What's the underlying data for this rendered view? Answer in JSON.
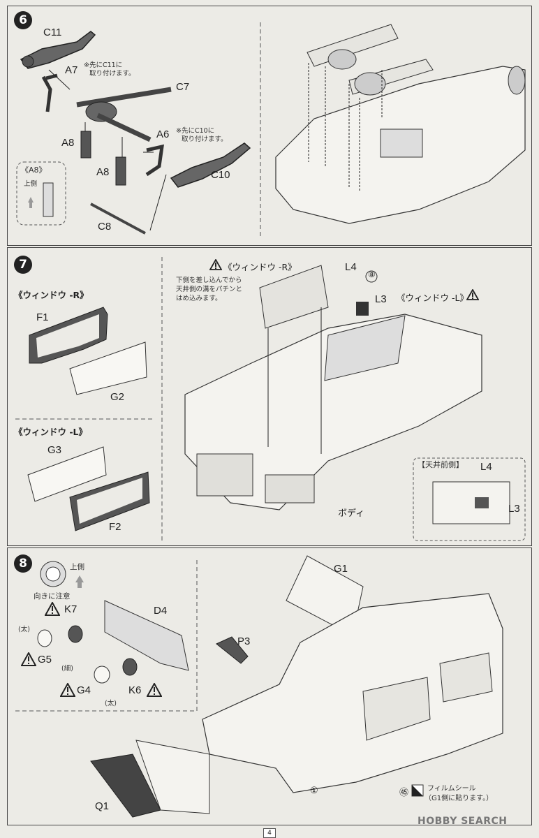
{
  "step6": {
    "num": "6",
    "labels": {
      "c11": "C11",
      "a7": "A7",
      "c7": "C7",
      "a8_top": "A8",
      "a8_bottom": "A8",
      "a6": "A6",
      "c10": "C10",
      "c8": "C8"
    },
    "note_a7": [
      "※先にC11に",
      "取り付けます。"
    ],
    "note_a6": [
      "※先にC10に",
      "取り付けます。"
    ],
    "inset_title": "《A8》",
    "inset_up": "上側"
  },
  "step7": {
    "num": "7",
    "window_r_title": "《ウィンドウ -R》",
    "window_l_title": "《ウィンドウ -L》",
    "labels": {
      "f1": "F1",
      "g2": "G2",
      "g3": "G3",
      "f2": "F2",
      "l4": "L4",
      "l3": "L3",
      "circ8": "⑧",
      "body": "ボディ"
    },
    "window_r_main": "《ウィンドウ -R》",
    "window_l_main": "《ウィンドウ -L》",
    "note": [
      "下側を差し込んでから",
      "天井側の溝をパチンと",
      "はめ込みます。"
    ],
    "inset_title": "【天井前側】",
    "inset_l4": "L4",
    "inset_l3": "L3"
  },
  "step8": {
    "num": "8",
    "up": "上側",
    "orient_note": "向きに注意",
    "labels": {
      "k7": "K7",
      "d4": "D4",
      "g5": "G5",
      "g4": "G4",
      "k6": "K6",
      "g1": "G1",
      "p3": "P3",
      "q1": "Q1",
      "circ1": "①",
      "circ45": "㊺"
    },
    "thick1": "(太)",
    "thin": "(細)",
    "thick2": "(太)",
    "film": [
      "フィルムシール",
      "（G1側に貼ります。）"
    ]
  },
  "footer": {
    "page": "4",
    "watermark": "HOBBY SEARCH"
  }
}
